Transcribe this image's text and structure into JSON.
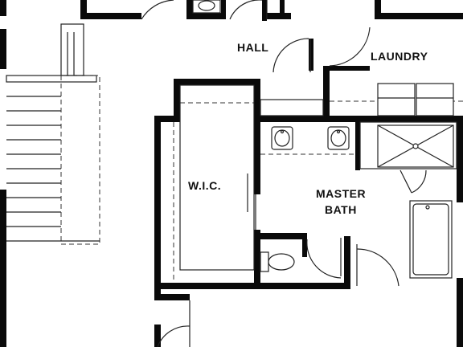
{
  "rooms": {
    "hall": "HALL",
    "laundry": "LAUNDRY",
    "wic": "W.I.C.",
    "master_bath_line1": "MASTER",
    "master_bath_line2": "BATH"
  },
  "colors": {
    "wall": "#0a0a0a",
    "background": "#ffffff",
    "line": "#222222"
  },
  "icons": [
    "stairs",
    "sink-icon",
    "toilet-icon",
    "shower-icon",
    "bathtub-icon",
    "door-swing-icon",
    "washer-dryer-icon"
  ]
}
